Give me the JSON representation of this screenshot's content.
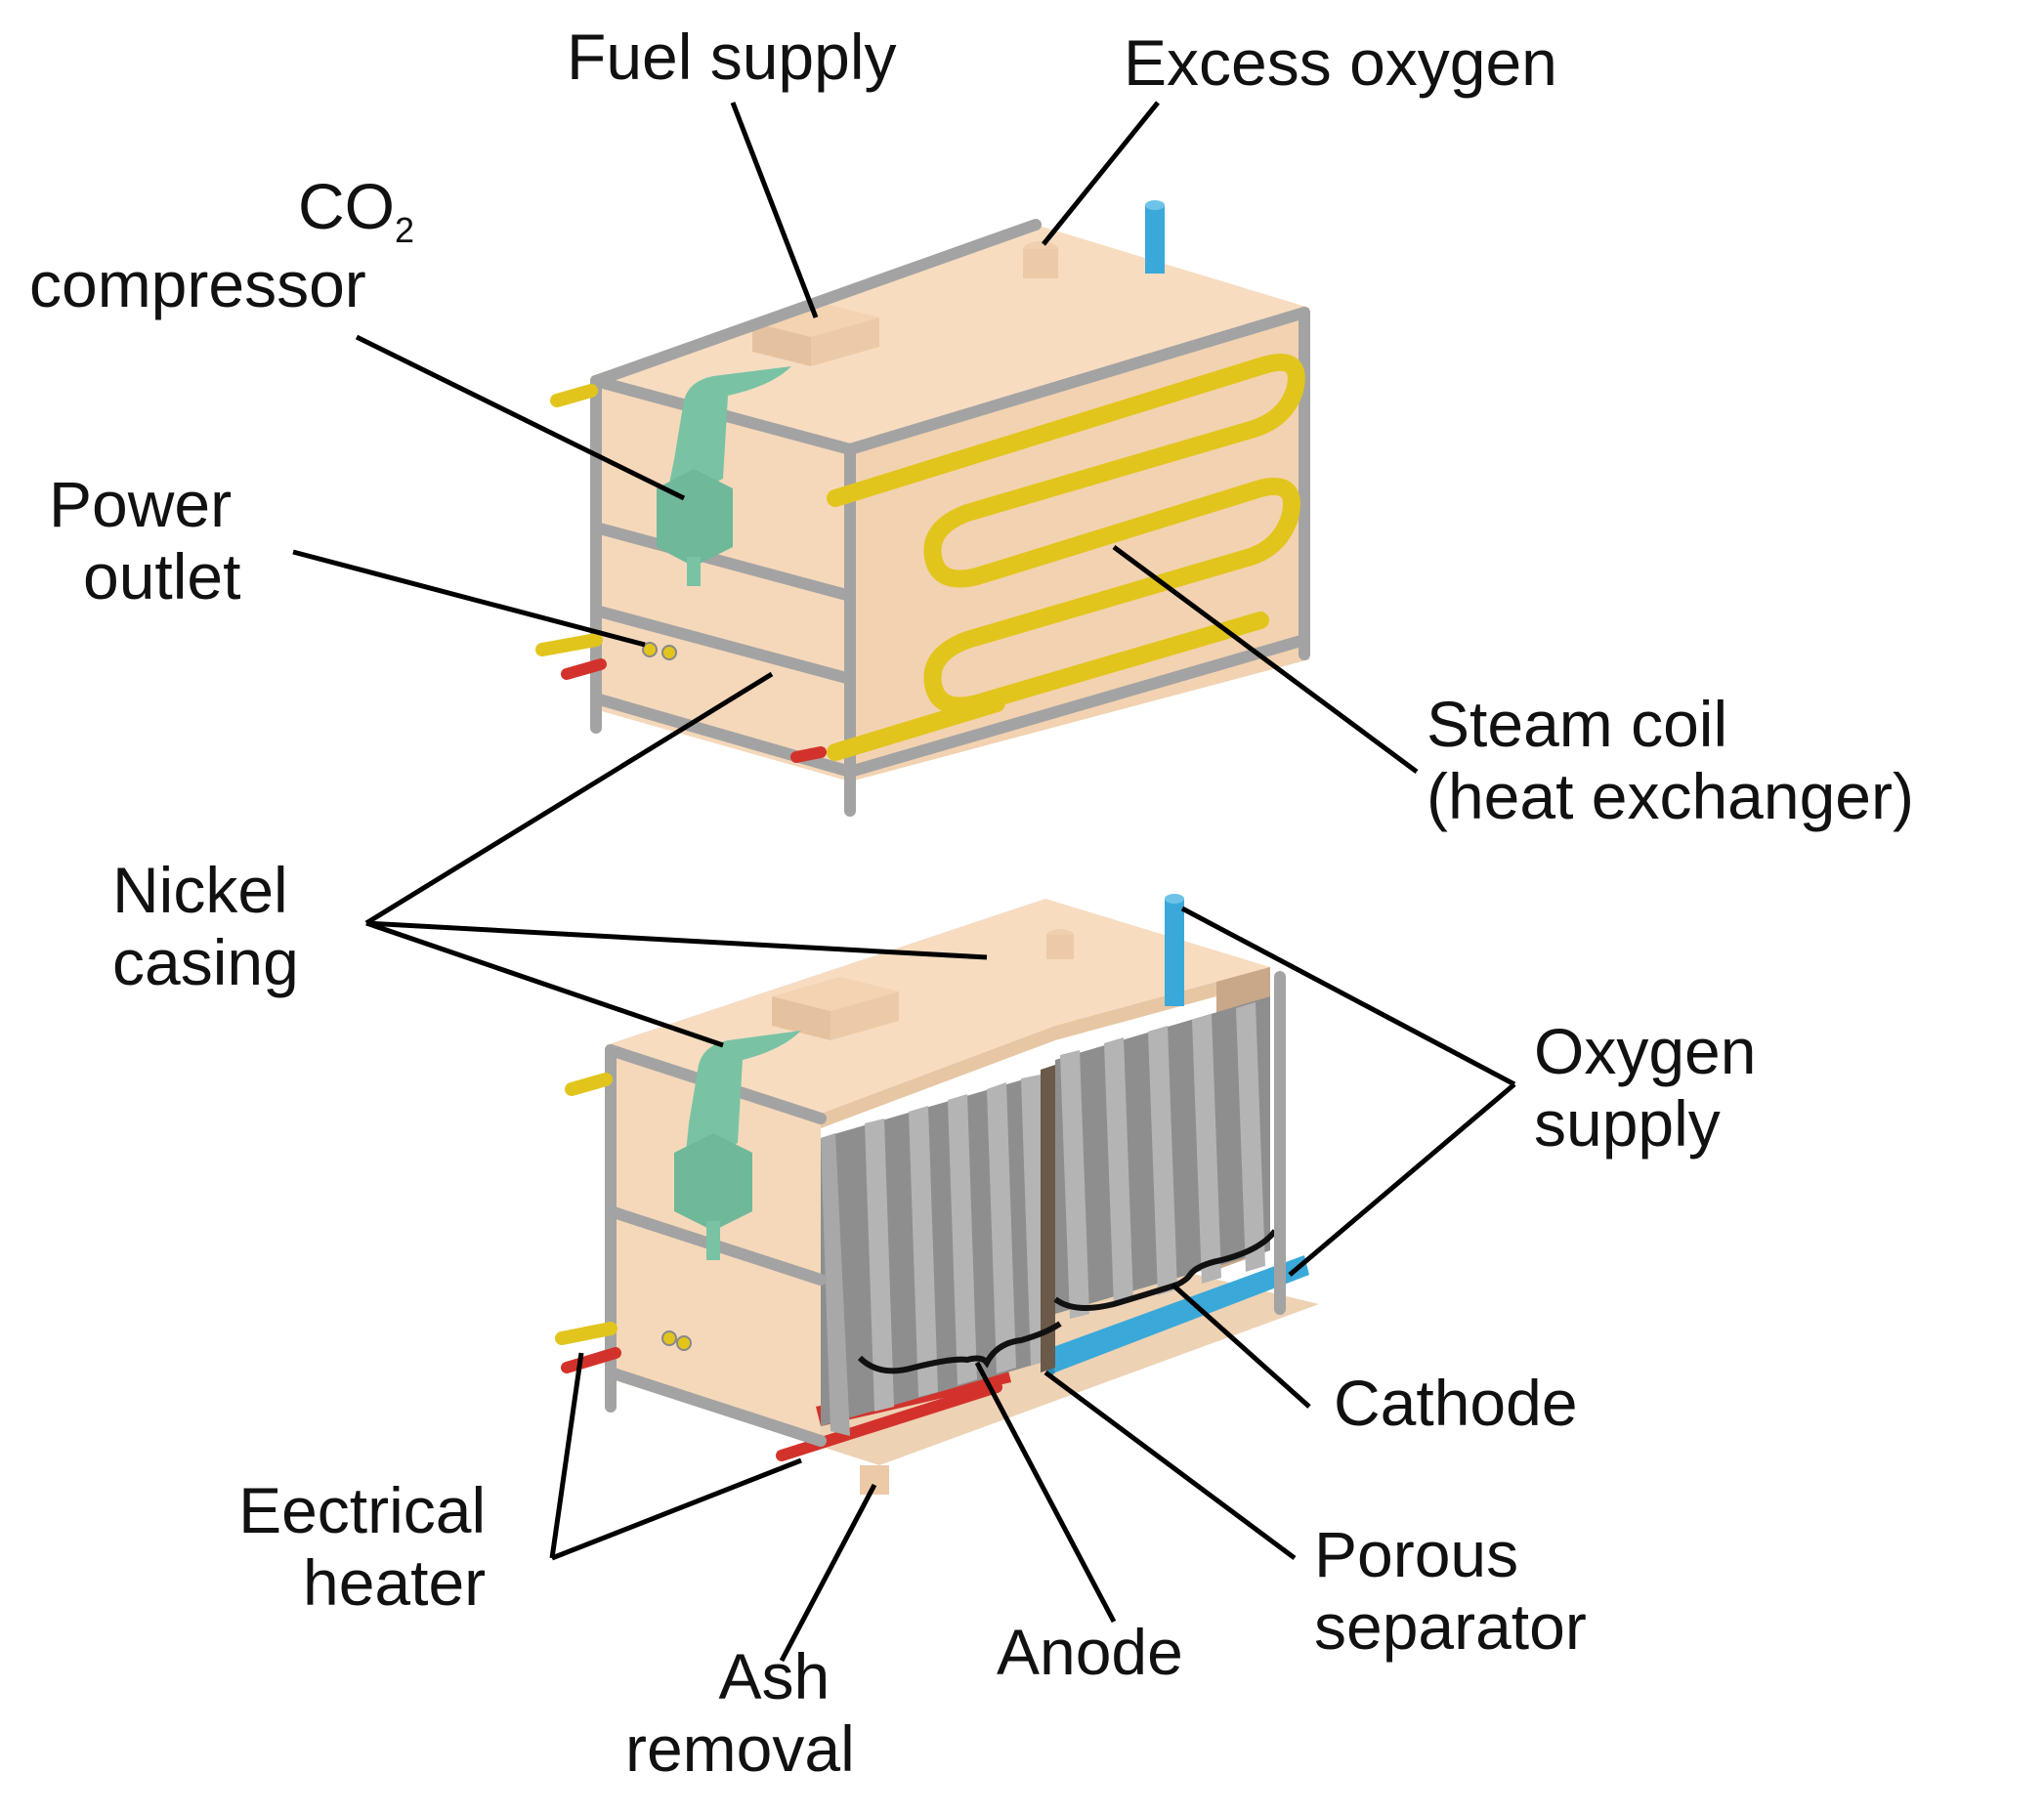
{
  "labels": {
    "fuel_supply": "Fuel supply",
    "excess_oxygen": "Excess oxygen",
    "co2": "CO",
    "co2_sub": "2",
    "compressor": "compressor",
    "power": "Power",
    "outlet": "outlet",
    "steam_coil": "Steam coil",
    "heat_exchanger": "(heat exchanger)",
    "nickel": "Nickel",
    "casing": "casing",
    "oxygen": "Oxygen",
    "supply": "supply",
    "cathode": "Cathode",
    "ectrical": "Eectrical",
    "heater": "heater",
    "porous": "Porous",
    "separator": "separator",
    "anode": "Anode",
    "ash": "Ash",
    "removal": "removal"
  },
  "colors": {
    "casing": "#f7dcc0",
    "casing_dark": "#eac7a3",
    "frame": "#a3a3a3",
    "steam_coil": "#e2c51c",
    "compressor": "#79c3a4",
    "oxygen_pipe": "#3aa9d9",
    "heater": "#d3322c",
    "electrode": "#9a9a9a"
  }
}
